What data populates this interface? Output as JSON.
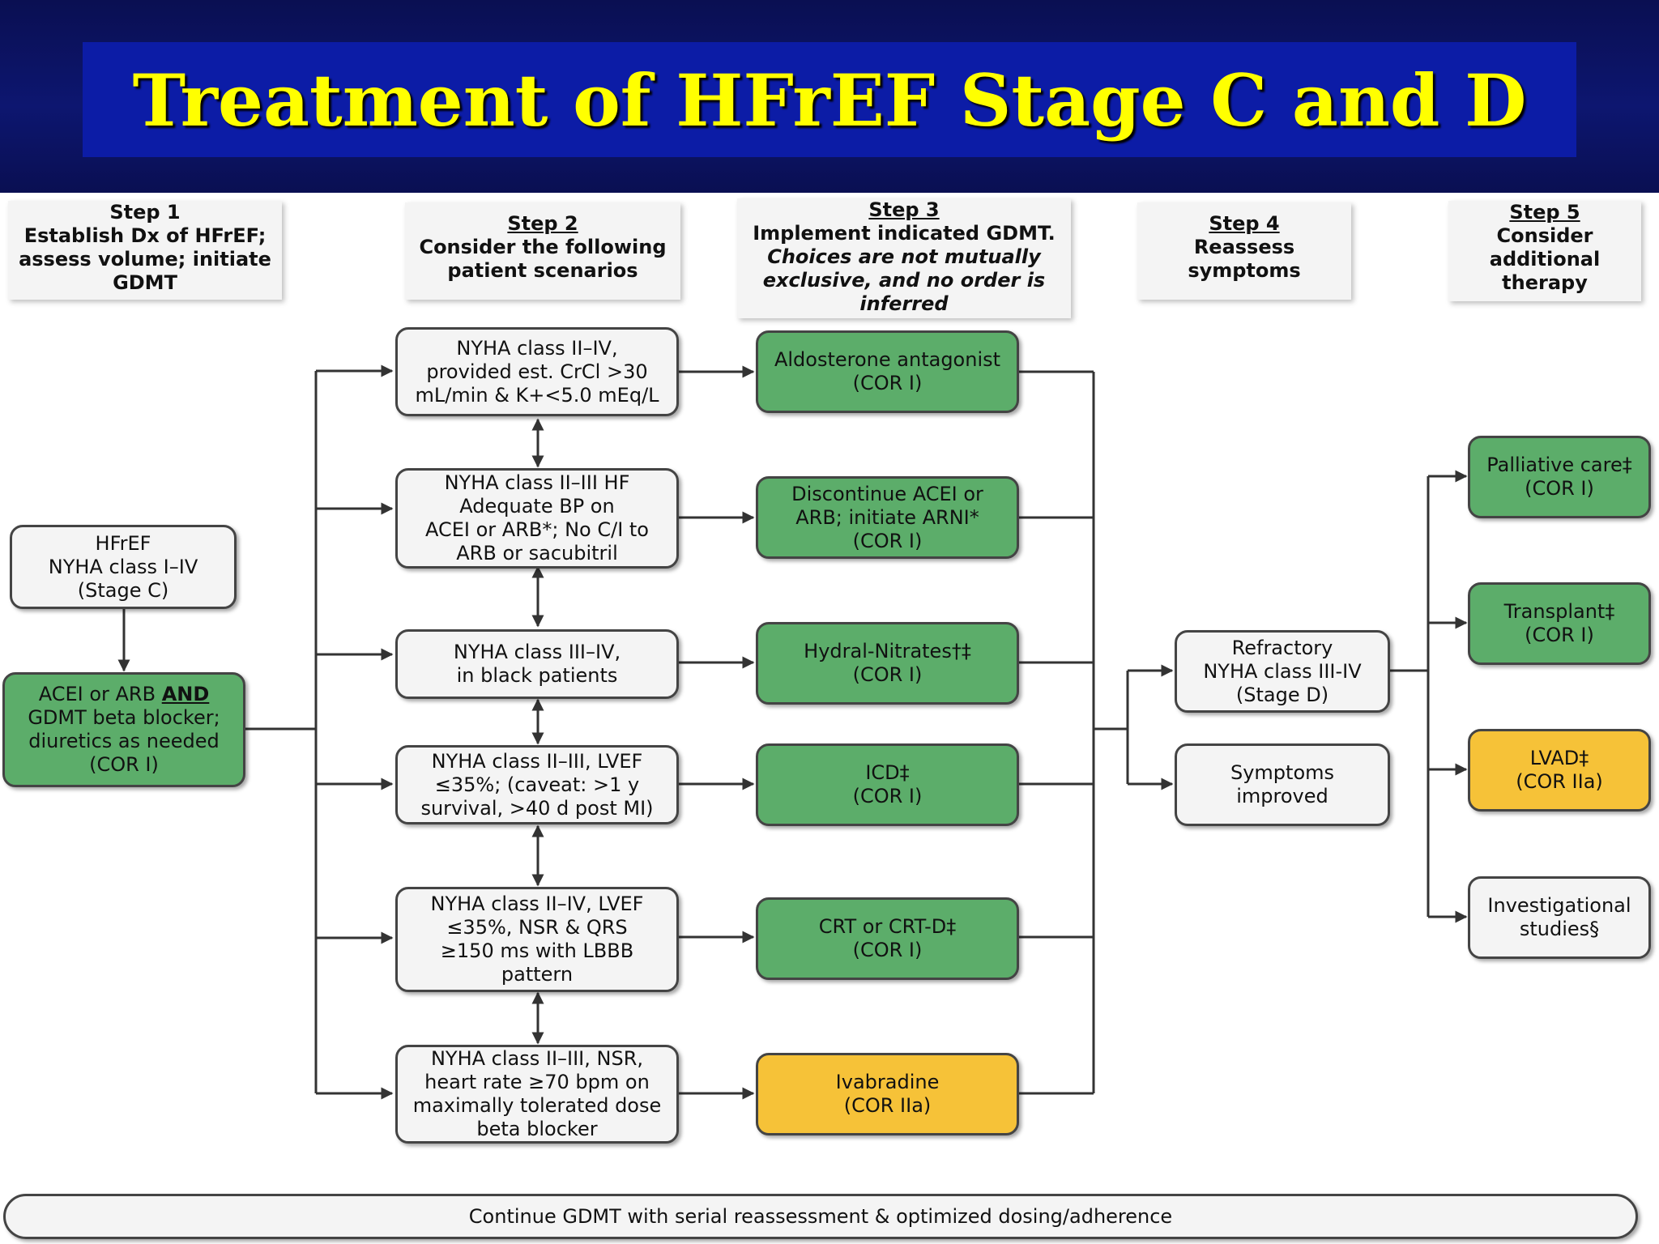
{
  "slide": {
    "title": "Treatment of HFrEF Stage C and D"
  },
  "steps": [
    {
      "heading": "Step 1",
      "body": "Establish Dx of HFrEF; assess volume; initiate GDMT"
    },
    {
      "heading": "Step 2",
      "body": "Consider the following patient scenarios"
    },
    {
      "heading": "Step 3",
      "body": "Implement indicated GDMT.",
      "note": "Choices are not mutually exclusive, and no order is inferred"
    },
    {
      "heading": "Step 4",
      "body": "Reassess symptoms"
    },
    {
      "heading": "Step 5",
      "body": "Consider additional therapy"
    }
  ],
  "start": {
    "hfref": "HFrEF\nNYHA class I–IV\n(Stage C)",
    "acei_pre": "ACEI or ARB ",
    "acei_and": "AND",
    "acei_post": "\nGDMT beta blocker;\ndiuretics as needed\n(COR I)"
  },
  "scenarios": [
    "NYHA class II–IV,\nprovided est. CrCl >30\nmL/min & K+<5.0 mEq/L",
    "NYHA class II–III HF\nAdequate BP on\nACEI or ARB*; No C/I to\nARB or sacubitril",
    "NYHA class III–IV,\nin black patients",
    "NYHA class II–III, LVEF\n≤35%; (caveat: >1 y\nsurvival, >40 d post MI)",
    "NYHA class II–IV, LVEF\n≤35%, NSR & QRS\n≥150 ms with LBBB\npattern",
    "NYHA class II–III, NSR,\nheart rate ≥70 bpm on\nmaximally tolerated dose\nbeta blocker"
  ],
  "treatments": [
    {
      "label": "Aldosterone antagonist\n(COR I)",
      "color": "#5cad6a"
    },
    {
      "label": "Discontinue ACEI or\nARB; initiate ARNI*\n(COR I)",
      "color": "#5cad6a"
    },
    {
      "label": "Hydral-Nitrates†‡\n(COR I)",
      "color": "#5cad6a"
    },
    {
      "label": "ICD‡\n(COR I)",
      "color": "#5cad6a"
    },
    {
      "label": "CRT or CRT-D‡\n(COR I)",
      "color": "#5cad6a"
    },
    {
      "label": "Ivabradine\n(COR IIa)",
      "color": "#f6c238"
    }
  ],
  "reassess": {
    "refractory": "Refractory\nNYHA class III-IV\n(Stage D)",
    "improved": "Symptoms\nimproved"
  },
  "additional": [
    {
      "label": "Palliative care‡\n(COR I)",
      "color": "#5cad6a"
    },
    {
      "label": "Transplant‡\n(COR I)",
      "color": "#5cad6a"
    },
    {
      "label": "LVAD‡\n(COR IIa)",
      "color": "#f6c238"
    },
    {
      "label": "Investigational\nstudies§",
      "color": "#f4f4f4"
    }
  ],
  "footer": "Continue GDMT with serial reassessment & optimized dosing/adherence"
}
